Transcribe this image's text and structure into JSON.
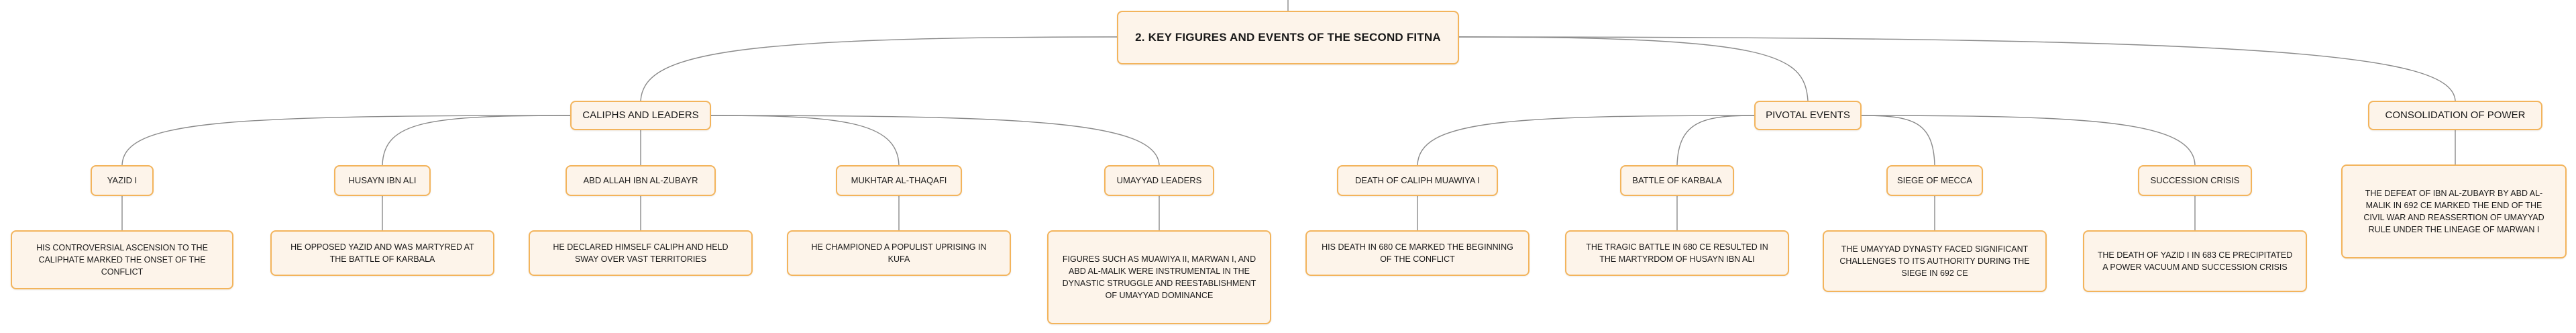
{
  "root": {
    "label": "2. KEY FIGURES AND EVENTS OF THE SECOND FITNA"
  },
  "branches": [
    {
      "label": "CALIPHS AND LEADERS",
      "children": [
        {
          "label": "YAZID I",
          "detail": "HIS CONTROVERSIAL ASCENSION TO THE CALIPHATE MARKED THE ONSET OF THE CONFLICT"
        },
        {
          "label": "HUSAYN IBN ALI",
          "detail": "HE OPPOSED YAZID AND WAS MARTYRED AT THE BATTLE OF KARBALA"
        },
        {
          "label": "ABD ALLAH IBN AL-ZUBAYR",
          "detail": "HE DECLARED HIMSELF CALIPH AND HELD SWAY OVER VAST TERRITORIES"
        },
        {
          "label": "MUKHTAR AL-THAQAFI",
          "detail": "HE CHAMPIONED A POPULIST UPRISING IN KUFA"
        },
        {
          "label": "UMAYYAD LEADERS",
          "detail": "FIGURES SUCH AS MUAWIYA II, MARWAN I, AND ABD AL-MALIK WERE INSTRUMENTAL IN THE DYNASTIC STRUGGLE AND REESTABLISHMENT OF UMAYYAD DOMINANCE"
        }
      ]
    },
    {
      "label": "PIVOTAL EVENTS",
      "children": [
        {
          "label": "DEATH OF CALIPH MUAWIYA I",
          "detail": "HIS DEATH IN 680 CE MARKED THE BEGINNING OF THE CONFLICT"
        },
        {
          "label": "BATTLE OF KARBALA",
          "detail": "THE TRAGIC BATTLE IN 680 CE RESULTED IN THE MARTYRDOM OF HUSAYN IBN ALI"
        },
        {
          "label": "SIEGE OF MECCA",
          "detail": "THE UMAYYAD DYNASTY FACED SIGNIFICANT CHALLENGES TO ITS AUTHORITY DURING THE SIEGE IN 692 CE"
        },
        {
          "label": "SUCCESSION CRISIS",
          "detail": "THE DEATH OF YAZID I IN 683 CE PRECIPITATED A POWER VACUUM AND SUCCESSION CRISIS"
        }
      ]
    },
    {
      "label": "CONSOLIDATION OF POWER",
      "detail": "THE DEFEAT OF IBN AL-ZUBAYR BY ABD AL-MALIK IN 692 CE MARKED THE END OF THE CIVIL WAR AND REASSERTION OF UMAYYAD RULE UNDER THE LINEAGE OF MARWAN I"
    }
  ]
}
